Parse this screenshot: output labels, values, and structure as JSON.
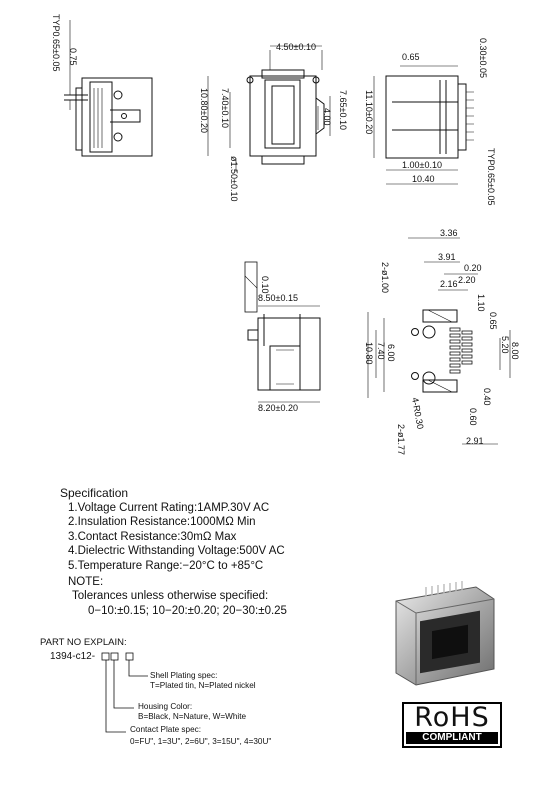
{
  "drawing": {
    "side_left": {
      "typ": "TYP0.65±0.05",
      "d075": "0.75"
    },
    "front": {
      "w": "4.50±0.10",
      "h1": "10.80±0.20",
      "h2": "7.40±0.10",
      "h3": "7.65±0.10",
      "h4": "4.00",
      "hole": "ø1.50±0.10"
    },
    "side_right": {
      "d065": "0.65",
      "d030": "0.30±0.05",
      "h": "11.10±0.20",
      "d100": "1.00±0.10",
      "w": "10.40",
      "typ": "TYP0.65±0.05"
    },
    "bottom_view": {
      "flat": "0.10",
      "w1": "8.50±0.15",
      "w2": "8.20±0.20"
    },
    "footprint": {
      "d336": "3.36",
      "d391": "3.91",
      "d020": "0.20",
      "d220": "2.20",
      "d216": "2.16",
      "d110": "1.10",
      "d065": "0.65",
      "d520": "5.20",
      "d800": "8.00",
      "d600": "6.00",
      "d740": "7.40",
      "d1080": "10.80",
      "d040": "0.40",
      "d060": "0.60",
      "d291": "2.91",
      "holes1": "2-ø1.00",
      "holes2": "4-R0.30",
      "holes3": "2-ø1.77"
    }
  },
  "spec": {
    "title": "Specification",
    "items": [
      "1.Voltage Current Rating:1AMP.30V AC",
      "2.Insulation Resistance:1000MΩ  Min",
      "3.Contact Resistance:30mΩ  Max",
      "4.Dielectric Withstanding Voltage:500V AC",
      "5.Temperature Range:−20°C  to  +85°C"
    ],
    "note": "NOTE:",
    "tolerance_label": "Tolerances unless otherwise specified:",
    "tolerance_values": "0−10:±0.15;  10−20:±0.20;  20−30:±0.25"
  },
  "part_no": {
    "heading": "PART NO EXPLAIN:",
    "code": "1394-c12-",
    "shell_title": "Shell Plating  spec:",
    "shell_options": "T=Plated tin,  N=Plated nickel",
    "housing_title": "Housing Color:",
    "housing_options": "B=Black,  N=Nature,  W=White",
    "contact_title": "Contact Plate spec:",
    "contact_options": "0=FU\",  1=3U\",  2=6U\",  3=15U\",  4=30U\""
  },
  "rohs": {
    "main": "RoHS",
    "sub": "COMPLIANT"
  }
}
